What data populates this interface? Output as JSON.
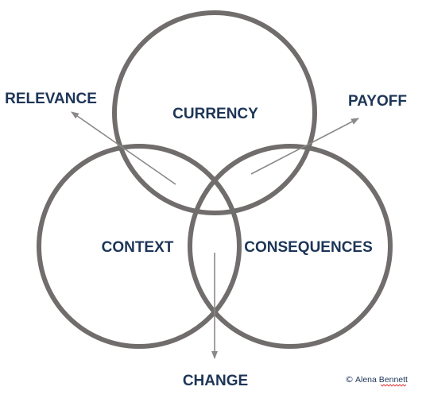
{
  "diagram": {
    "circles": {
      "top": "CURRENCY",
      "left": "CONTEXT",
      "right": "CONSEQUENCES"
    },
    "outcomes": {
      "top_left": "RELEVANCE",
      "top_right": "PAYOFF",
      "bottom": "CHANGE"
    },
    "credit": {
      "symbol": "©",
      "author": "Alena Bennett"
    }
  },
  "colors": {
    "circle_stroke": "#716d6d",
    "arrow": "#8c8888",
    "label_text": "#1d3557",
    "spellcheck_underline": "#e02020"
  }
}
